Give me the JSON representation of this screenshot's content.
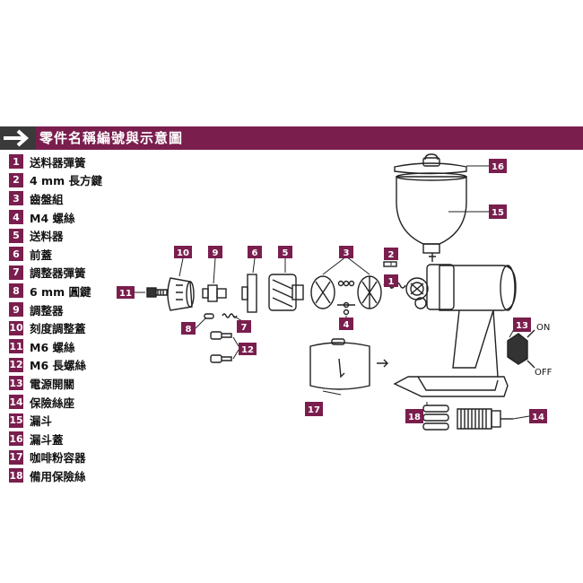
{
  "header": {
    "title": "零件名稱編號與示意圖",
    "accent_color": "#7a1e4e"
  },
  "parts": [
    {
      "num": "1",
      "label": "送料器彈簧"
    },
    {
      "num": "2",
      "label": "4 mm 長方鍵"
    },
    {
      "num": "3",
      "label": "齒盤組"
    },
    {
      "num": "4",
      "label": "M4 螺絲"
    },
    {
      "num": "5",
      "label": "送料器"
    },
    {
      "num": "6",
      "label": "前蓋"
    },
    {
      "num": "7",
      "label": "調整器彈簧"
    },
    {
      "num": "8",
      "label": "6 mm 圓鍵"
    },
    {
      "num": "9",
      "label": "調整器"
    },
    {
      "num": "10",
      "label": "刻度調整蓋"
    },
    {
      "num": "11",
      "label": "M6 螺絲"
    },
    {
      "num": "12",
      "label": "M6 長螺絲"
    },
    {
      "num": "13",
      "label": "電源開關"
    },
    {
      "num": "14",
      "label": "保險絲座"
    },
    {
      "num": "15",
      "label": "漏斗"
    },
    {
      "num": "16",
      "label": "漏斗蓋"
    },
    {
      "num": "17",
      "label": "咖啡粉容器"
    },
    {
      "num": "18",
      "label": "備用保險絲"
    }
  ],
  "diagram": {
    "callouts": [
      "1",
      "2",
      "3",
      "4",
      "5",
      "6",
      "7",
      "8",
      "9",
      "10",
      "11",
      "12",
      "13",
      "14",
      "15",
      "16",
      "17",
      "18"
    ],
    "switch_on_label": "ON",
    "switch_off_label": "OFF"
  }
}
